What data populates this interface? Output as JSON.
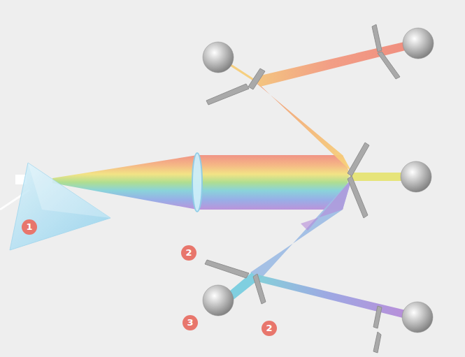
{
  "diagram": {
    "labels": [
      "1",
      "2",
      "3",
      "2"
    ]
  }
}
